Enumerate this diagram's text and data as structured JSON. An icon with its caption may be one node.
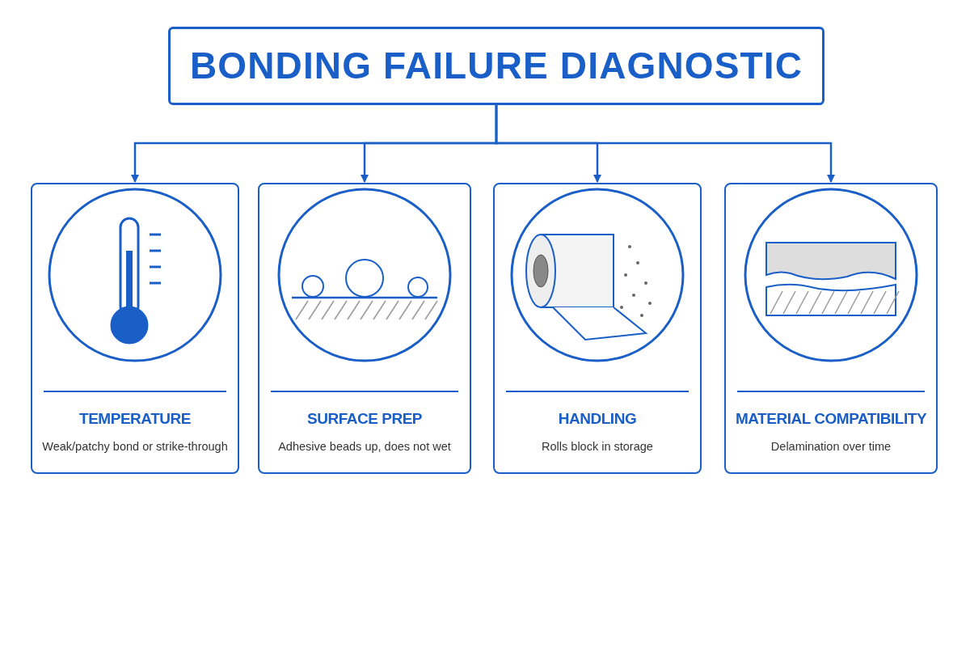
{
  "diagram": {
    "nodes": [
      {
        "text": [
          "BONDING FAILURE DIAGNOSTIC"
        ]
      },
      {
        "text": [
          "TEMPERATURE",
          "Weak/patchy bond or strike-through"
        ]
      },
      {
        "text": [
          "SURFACE PREP",
          "Adhesive beads up, does not wet"
        ]
      },
      {
        "text": [
          "HANDLING",
          "Rolls block in storage"
        ]
      },
      {
        "text": [
          "MATERIAL COMPATIBILITY",
          "Delamination over time"
        ]
      }
    ],
    "edges": [
      {
        "from": 0,
        "to": 1,
        "arrow": "to"
      },
      {
        "from": 0,
        "to": 2,
        "arrow": "to"
      },
      {
        "from": 0,
        "to": 3,
        "arrow": "to"
      },
      {
        "from": 0,
        "to": 4,
        "arrow": "to"
      }
    ]
  }
}
